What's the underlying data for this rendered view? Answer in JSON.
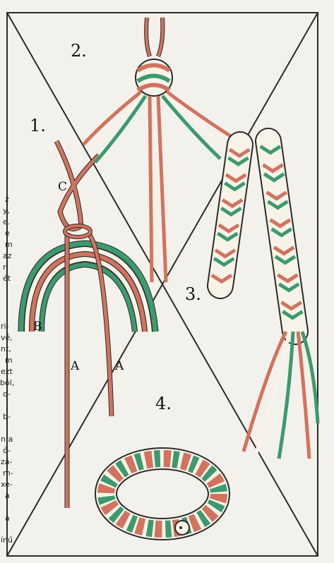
{
  "panels": [
    {
      "number": "1.",
      "parts": [
        "C",
        "A",
        "A",
        "B"
      ]
    },
    {
      "number": "2."
    },
    {
      "number": "3."
    },
    {
      "number": "4."
    }
  ],
  "left_margin_text": [
    "z",
    "y,",
    "e.",
    "e",
    "m",
    "az",
    "r-",
    "ét",
    "ri-",
    "vé,",
    "nt,",
    "m",
    "ezt",
    "ból,",
    "o-",
    "b-",
    "n a",
    "ó-",
    "zá-",
    "m-",
    "xe-",
    "a",
    "a",
    "ínű"
  ],
  "colors": {
    "red": "#d2735e",
    "green": "#3c9a6e",
    "cream": "#f7f3e8",
    "outline": "#2a2a2a",
    "background": "#f3f1ec"
  }
}
